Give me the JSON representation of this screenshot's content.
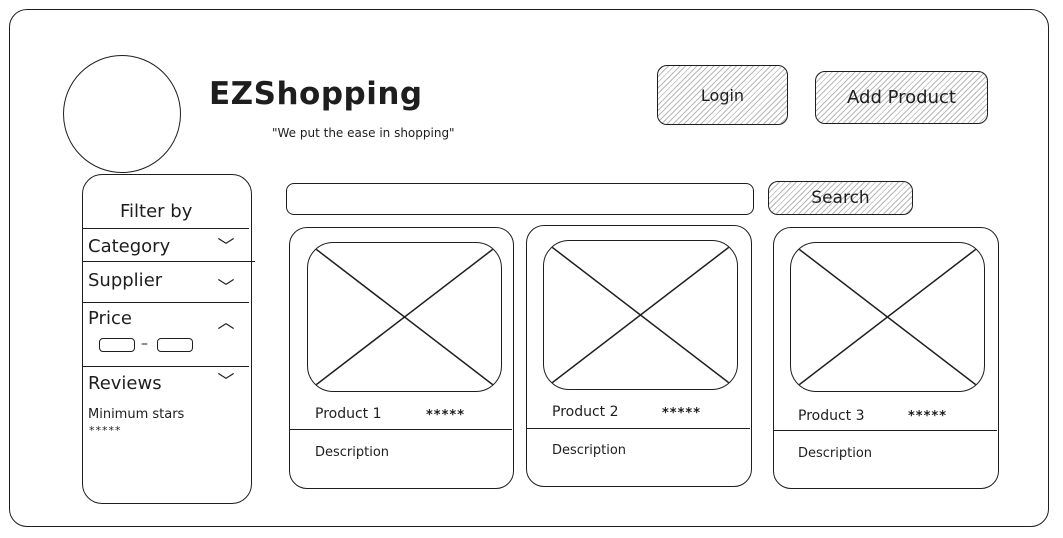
{
  "header": {
    "title": "EZShopping",
    "tagline": "\"We put the ease in shopping\"",
    "login_label": "Login",
    "add_product_label": "Add Product"
  },
  "sidebar": {
    "title": "Filter by",
    "category_label": "Category",
    "supplier_label": "Supplier",
    "price_label": "Price",
    "price_separator": "–",
    "reviews_label": "Reviews",
    "min_stars_label": "Minimum stars",
    "min_stars_value": "*****",
    "chevron_down": "﹀",
    "chevron_up": "︿"
  },
  "search": {
    "placeholder": "",
    "button_label": "Search"
  },
  "products": [
    {
      "name": "Product 1",
      "rating": "*****",
      "description": "Description"
    },
    {
      "name": "Product 2",
      "rating": "*****",
      "description": "Description"
    },
    {
      "name": "Product 3",
      "rating": "*****",
      "description": "Description"
    }
  ]
}
